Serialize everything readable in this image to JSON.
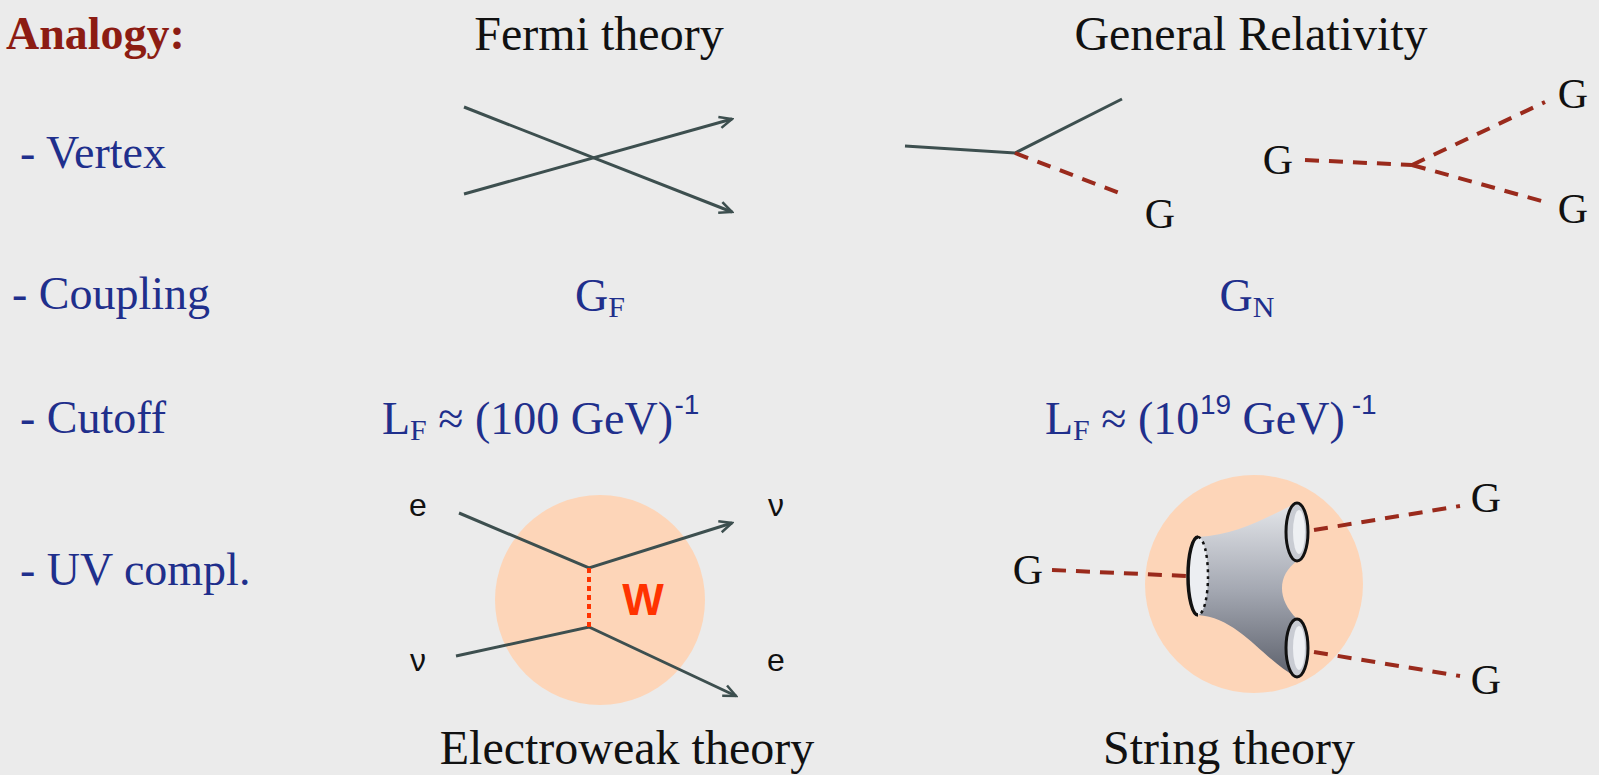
{
  "diagram": {
    "title": "Analogy:",
    "nodes": [
      {
        "text": [
          "W"
        ]
      }
    ],
    "labels": [
      "Fermi theory",
      "General Relativity",
      "- Vertex",
      "G",
      "G",
      "G",
      "G",
      "- Coupling",
      "G",
      "F",
      "G",
      "N",
      "- Cutoff",
      "L",
      "F",
      "≈ (100 GeV)",
      "-1",
      "L",
      "F",
      "≈ (10",
      "19",
      "GeV)",
      "-1",
      "- UV compl.",
      "e",
      "ν",
      "ν",
      "e",
      "G",
      "G",
      "G",
      "Electroweak theory",
      "String theory"
    ]
  }
}
